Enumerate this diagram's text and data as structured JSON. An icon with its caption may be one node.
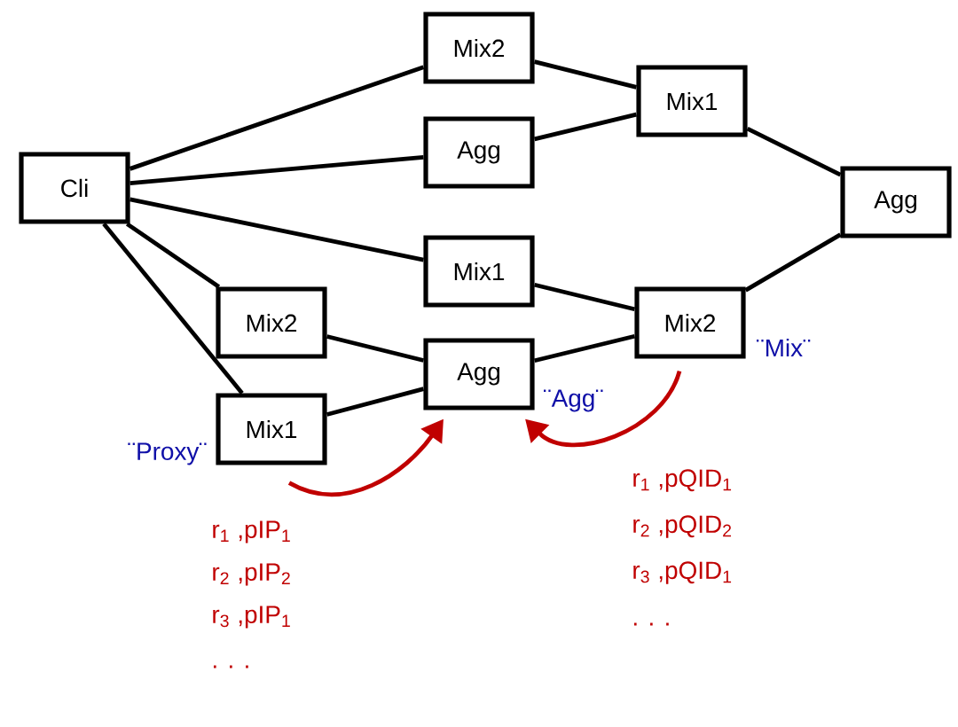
{
  "diagram": {
    "nodes": [
      {
        "text": [
          "Cli"
        ]
      },
      {
        "text": [
          "Mix2"
        ]
      },
      {
        "text": [
          "Agg"
        ]
      },
      {
        "text": [
          "Mix1"
        ]
      },
      {
        "text": [
          "Agg"
        ]
      },
      {
        "text": [
          "Mix1"
        ]
      },
      {
        "text": [
          "Mix2"
        ]
      },
      {
        "text": [
          "Agg"
        ],
        "beside": [
          "¨Agg¨"
        ]
      },
      {
        "text": [
          "Mix2"
        ],
        "beside": [
          "¨Mix¨"
        ]
      },
      {
        "text": [
          "Mix1"
        ],
        "beside": [
          "¨Proxy¨"
        ]
      }
    ],
    "edges": [
      {
        "from": 0,
        "to": 1,
        "arrow": "none"
      },
      {
        "from": 0,
        "to": 2,
        "arrow": "none"
      },
      {
        "from": 0,
        "to": 5,
        "arrow": "none"
      },
      {
        "from": 0,
        "to": 6,
        "arrow": "none"
      },
      {
        "from": 0,
        "to": 9,
        "arrow": "none"
      },
      {
        "from": 1,
        "to": 3,
        "arrow": "none"
      },
      {
        "from": 2,
        "to": 3,
        "arrow": "none"
      },
      {
        "from": 3,
        "to": 4,
        "arrow": "none"
      },
      {
        "from": 5,
        "to": 8,
        "arrow": "none"
      },
      {
        "from": 6,
        "to": 7,
        "arrow": "none"
      },
      {
        "from": 9,
        "to": 7,
        "arrow": "none"
      },
      {
        "from": 7,
        "to": 8,
        "arrow": "none"
      },
      {
        "from": 8,
        "to": 4,
        "arrow": "none"
      },
      {
        "from": 9,
        "to": 7,
        "arrow": "to",
        "color": "#c00000"
      },
      {
        "from": 8,
        "to": 7,
        "arrow": "to",
        "color": "#c00000"
      }
    ],
    "labels": [
      "r$_{1}$ ,pQID$_{1}$",
      "r$_{2}$ ,pQID$_{2}$",
      "r$_{3}$ ,pQID$_{1}$",
      ". . .",
      "r$_{1}$ ,pIP$_{1}$",
      "r$_{2}$ ,pIP$_{2}$",
      "r$_{3}$ ,pIP$_{1}$",
      ". . ."
    ]
  }
}
